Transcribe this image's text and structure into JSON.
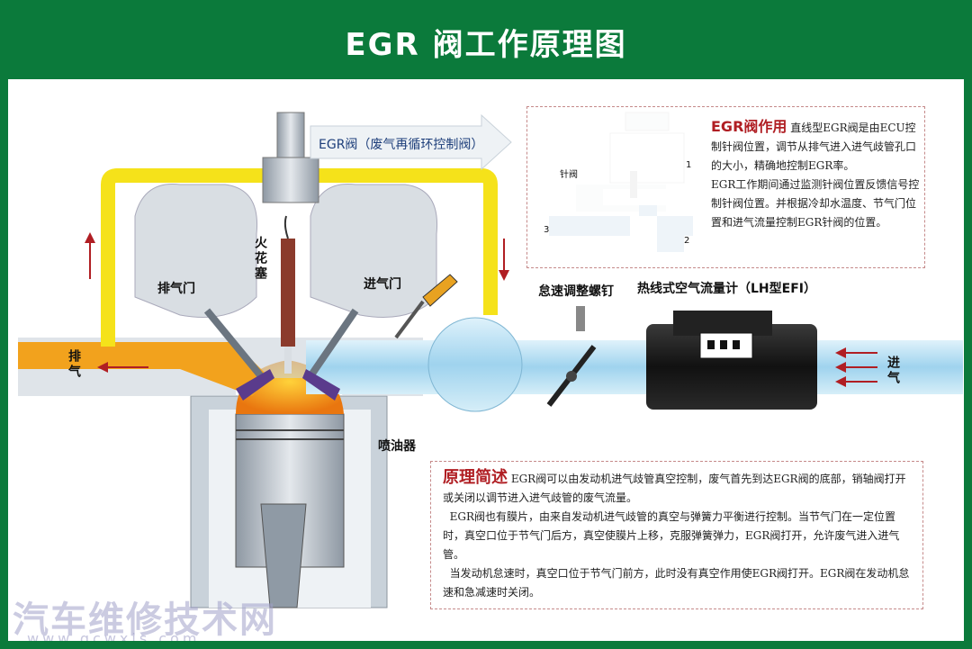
{
  "title": "EGR 阀工作原理图",
  "labels": {
    "egr_valve": "EGR阀（废气再循环控制阀）",
    "spark_plug": "火花塞",
    "exhaust_valve": "排气门",
    "intake_valve": "进气门",
    "exhaust": "排气",
    "intake": "进气",
    "injector": "喷油器",
    "idle_screw": "怠速调整螺钉",
    "maf": "热线式空气流量计（LH型EFI）",
    "needle": "针阀",
    "num1": "1",
    "num2": "2",
    "num3": "3"
  },
  "egr_function": {
    "heading": "EGR阀作用",
    "p1": "直线型EGR阀是由ECU控制针阀位置，调节从排气进入进气歧管孔口的大小，精确地控制EGR率。",
    "p2": "EGR工作期间通过监测针阀位置反馈信号控制针阀位置。并根据冷却水温度、节气门位置和进气流量控制EGR针阀的位置。"
  },
  "principle": {
    "heading": "原理简述",
    "p1": "EGR阀可以由发动机进气歧管真空控制，废气首先到达EGR阀的底部，销轴阀打开或关闭以调节进入进气歧管的废气流量。",
    "p2": "EGR阀也有膜片，由来自发动机进气歧管的真空与弹簧力平衡进行控制。当节气门在一定位置时，真空口位于节气门后方，真空使膜片上移，克服弹簧弹力，EGR阀打开，允许废气进入进气管。",
    "p3": "当发动机怠速时，真空口位于节气门前方，此时没有真空作用使EGR阀打开。EGR阀在发动机怠速和急减速时关闭。"
  },
  "watermark": "汽车维修技术网",
  "watermark_url": "www.qcwxjs.com",
  "colors": {
    "green": "#0b7a3b",
    "egr_pipe": "#f5e21a",
    "exhaust": "#f2a21d",
    "intake": "#a8d8f0",
    "red": "#b01e23"
  }
}
